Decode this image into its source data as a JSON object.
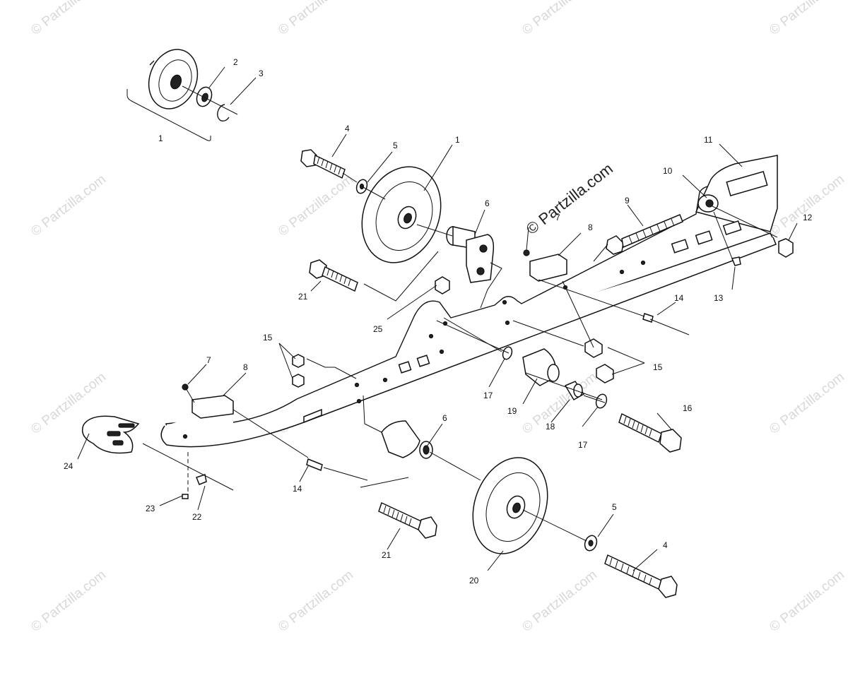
{
  "watermark": {
    "main_text": "© Partzilla.com",
    "repeat_text": "© Partzilla.com"
  },
  "callouts": {
    "c1_top": "1",
    "c2_top": "2",
    "c3_top": "3",
    "c1_group": "1",
    "c4_top": "4",
    "c5_top": "5",
    "c6_top": "6",
    "c7_top": "7",
    "c8_top": "8",
    "c9": "9",
    "c10": "10",
    "c11": "11",
    "c12": "12",
    "c13": "13",
    "c14_right": "14",
    "c15_left": "15",
    "c15_right": "15",
    "c16": "16",
    "c17_a": "17",
    "c17_b": "17",
    "c18": "18",
    "c19": "19",
    "c20": "20",
    "c21_top": "21",
    "c21_bottom": "21",
    "c22": "22",
    "c23": "23",
    "c24": "24",
    "c25": "25",
    "c7_left": "7",
    "c8_left": "8",
    "c6_bottom": "6",
    "c14_left": "14",
    "c5_bottom": "5",
    "c4_bottom": "4"
  }
}
